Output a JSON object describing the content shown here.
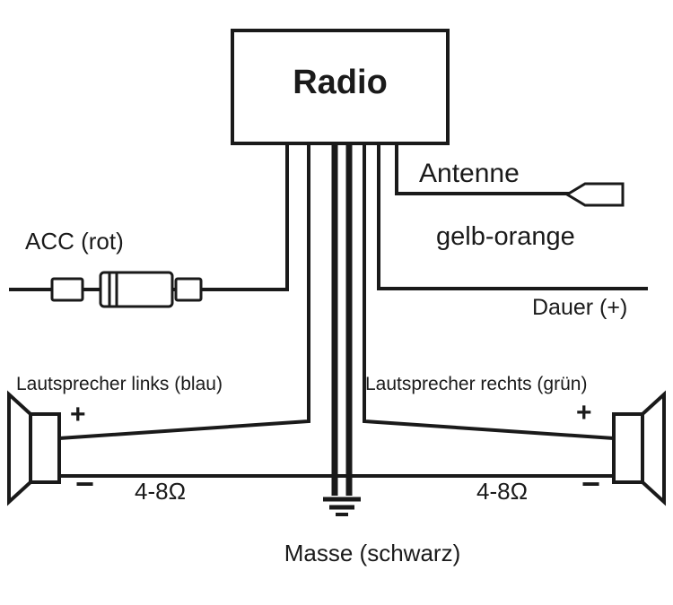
{
  "diagram": {
    "title": "Radio",
    "labels": {
      "radio": "Radio",
      "antenne": "Antenne",
      "gelb_orange": "gelb-orange",
      "acc": "ACC (rot)",
      "dauer": "Dauer (+)",
      "speaker_left": "Lautsprecher links (blau)",
      "speaker_right": "Lautsprecher rechts (grün)",
      "plus_left": "+",
      "plus_right": "+",
      "minus_left": "−",
      "minus_right": "−",
      "impedance_left": "4-8Ω",
      "impedance_right": "4-8Ω",
      "masse": "Masse (schwarz)"
    },
    "colors": {
      "line": "#1a1a1a",
      "background": "#ffffff"
    }
  }
}
